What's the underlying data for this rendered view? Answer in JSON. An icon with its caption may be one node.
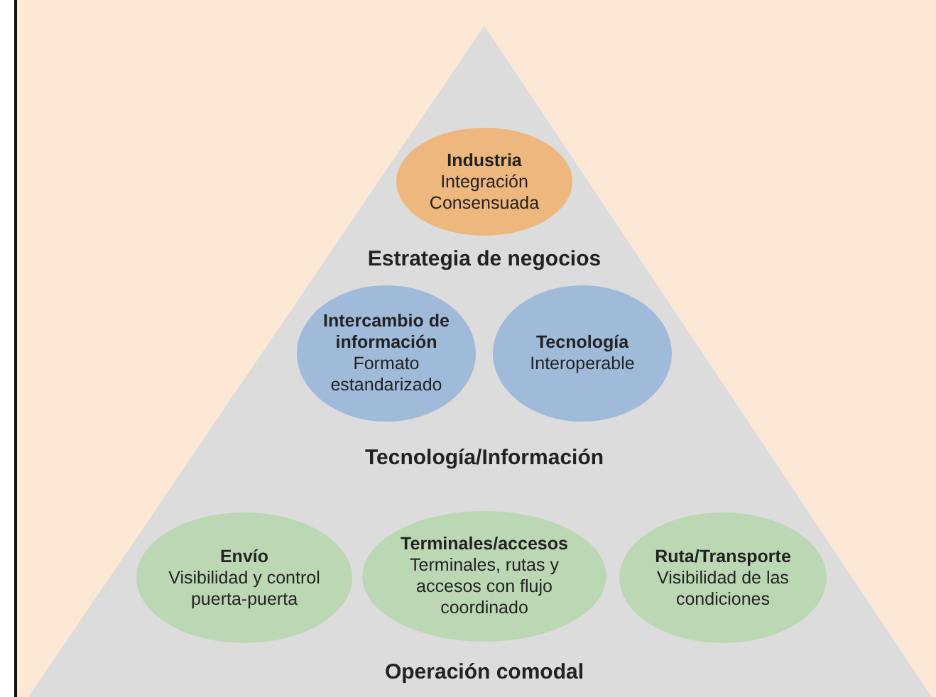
{
  "diagram": {
    "nodes": [
      {
        "text": [
          "Industria",
          "Integración Consensuada"
        ]
      },
      {
        "text": [
          "Intercambio de información",
          "Formato estandarizado"
        ]
      },
      {
        "text": [
          "Tecnología",
          "Interoperable"
        ]
      },
      {
        "text": [
          "Envío",
          "Visibilidad y control puerta-puerta"
        ]
      },
      {
        "text": [
          "Terminales/accesos",
          "Terminales, rutas y accesos con flujo coordinado"
        ]
      },
      {
        "text": [
          "Ruta/Transporte",
          "Visibilidad de las condiciones"
        ]
      }
    ],
    "labels": [
      "Estrategia de negocios",
      "Tecnología/Información",
      "Operación comodal"
    ]
  }
}
